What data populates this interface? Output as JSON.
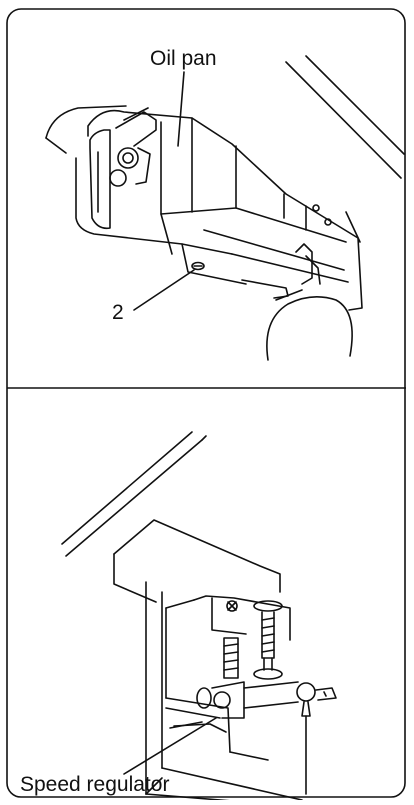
{
  "panel_top": {
    "callout_label": "Oil pan",
    "number_label": "2"
  },
  "panel_bottom": {
    "callout_label": "Speed regulator"
  }
}
